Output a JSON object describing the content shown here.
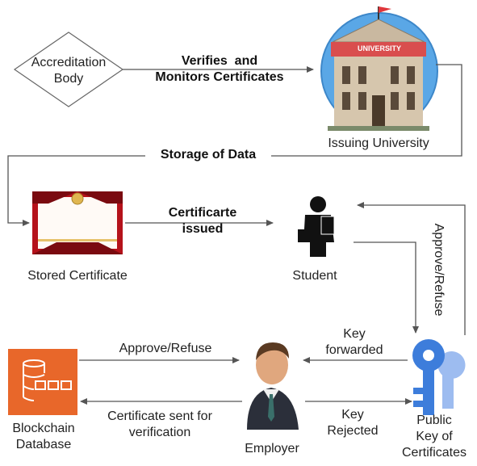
{
  "nodes": {
    "accreditation": "Accreditation\nBody",
    "university": "Issuing University",
    "university_sign": "UNIVERSITY",
    "stored_certificate": "Stored Certificate",
    "student": "Student",
    "blockchain": "Blockchain\nDatabase",
    "employer": "Employer",
    "public_key": "Public\nKey of\nCertificates"
  },
  "edges": {
    "verifies": "Verifies  and\nMonitors Certificates",
    "storage": "Storage of Data",
    "issued": "Certificarte\nissued",
    "approve_refuse_vertical": "Approve/Refuse",
    "key_forwarded": "Key\nforwarded",
    "approve_refuse_top": "Approve/Refuse",
    "certificate_sent": "Certificate sent for\nverification",
    "key_rejected": "Key\nRejected"
  },
  "colors": {
    "line": "#555555",
    "blockchain_orange": "#e8672a",
    "key_blue": "#3d7ddb",
    "key_light": "#9dbcf0",
    "certificate_red": "#b5121b",
    "university_sky": "#5aa7e6"
  }
}
